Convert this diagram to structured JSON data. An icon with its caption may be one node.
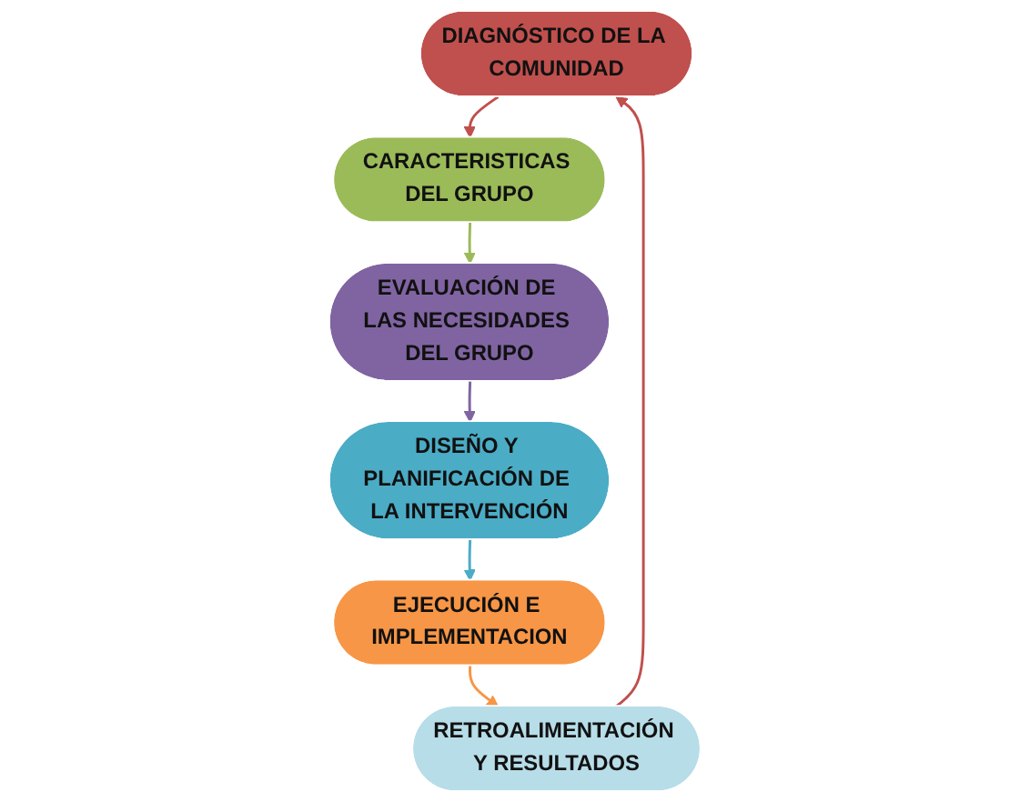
{
  "diagram": {
    "nodes": [
      {
        "text": [
          "DIAGNÓSTICO DE LA COMUNIDAD"
        ]
      },
      {
        "text": [
          "CARACTERISTICAS DEL GRUPO"
        ]
      },
      {
        "text": [
          "EVALUACIÓN DE LAS NECESIDADES DEL GRUPO"
        ]
      },
      {
        "text": [
          "DISEÑO Y PLANIFICACIÓN DE LA INTERVENCIÓN"
        ]
      },
      {
        "text": [
          "EJECUCIÓN E IMPLEMENTACION"
        ]
      },
      {
        "text": [
          "RETROALIMENTACIÓN Y RESULTADOS"
        ]
      }
    ],
    "edges": [
      {
        "from": 0,
        "to": 1,
        "arrow": "to",
        "color": "#c0504d"
      },
      {
        "from": 1,
        "to": 2,
        "arrow": "to",
        "color": "#9bbb59"
      },
      {
        "from": 2,
        "to": 3,
        "arrow": "to",
        "color": "#8064a2"
      },
      {
        "from": 3,
        "to": 4,
        "arrow": "to",
        "color": "#4bacc6"
      },
      {
        "from": 4,
        "to": 5,
        "arrow": "to",
        "color": "#f79646"
      },
      {
        "from": 5,
        "to": 0,
        "arrow": "to",
        "color": "#c0504d"
      }
    ]
  }
}
